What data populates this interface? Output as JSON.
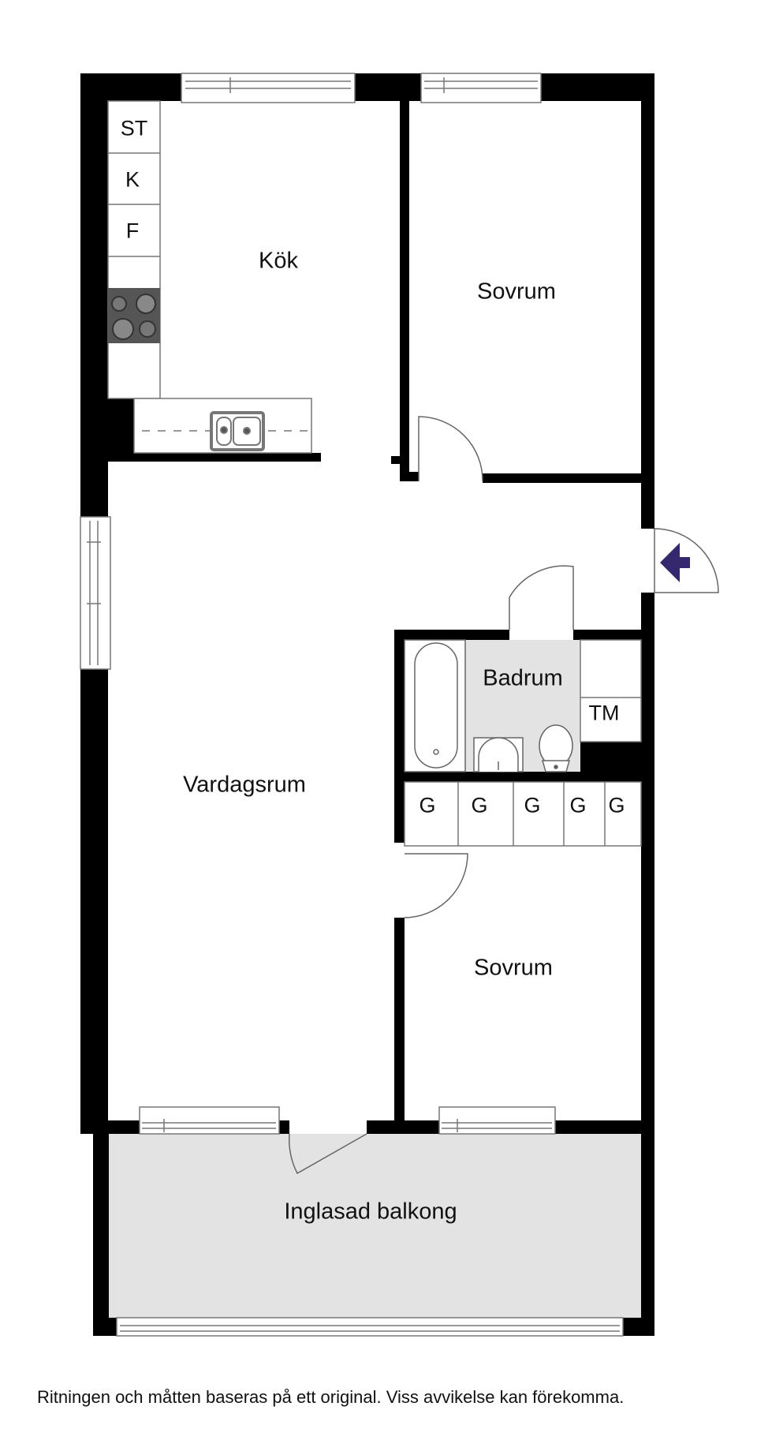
{
  "rooms": {
    "kitchen": "Kök",
    "bedroom_top": "Sovrum",
    "bathroom": "Badrum",
    "living_room": "Vardagsrum",
    "bedroom_bottom": "Sovrum",
    "balcony": "Inglasad balkong"
  },
  "fixtures": {
    "kitchen_units": [
      "ST",
      "K",
      "F"
    ],
    "laundry": "TM",
    "wardrobes": [
      "G",
      "G",
      "G",
      "G",
      "G"
    ]
  },
  "icons": {
    "entrance": "entrance-arrow-icon",
    "stove": "stove-icon",
    "sink": "sink-icon",
    "bathtub": "bathtub-icon",
    "washbasin": "washbasin-icon",
    "toilet": "toilet-icon"
  },
  "colors": {
    "wall": "#000000",
    "bathroom_floor": "#e3e3e3",
    "balcony_floor": "#e3e3e3",
    "stove": "#555555",
    "entrance_arrow": "#35286e",
    "fixture_line": "#777777"
  },
  "footer": {
    "disclaimer": "Ritningen och måtten baseras på ett original. Viss avvikelse kan förekomma."
  }
}
